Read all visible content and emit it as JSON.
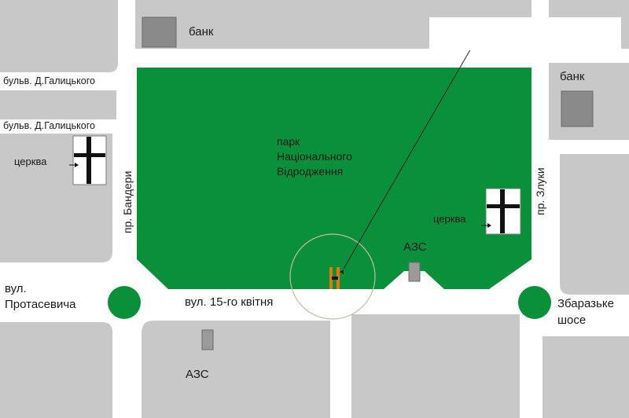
{
  "colors": {
    "block": "#c8c8c8",
    "park": "#0a8f3a",
    "road": "#ffffff",
    "landmark": "#8a8a8a",
    "church_fill": "#ffffff",
    "church_cross": "#111111"
  },
  "labels": {
    "bank_top": "банк",
    "bank_right": "банк",
    "blvd_1": "бульв. Д.Галицького",
    "blvd_2": "бульв. Д.Галицького",
    "church_left": "церква",
    "church_right": "церква",
    "park_1": "парк",
    "park_2": "Національного",
    "park_3": "Відродження",
    "bandery": "пр. Бандери",
    "zluky": "пр. Злуки",
    "azs_top": "АЗС",
    "azs_bottom": "АЗС",
    "protasevycha_1": "вул.",
    "protasevycha_2": "Протасевича",
    "kvitnia": "вул. 15-го квітня",
    "zbarazke_1": "Збаразьке",
    "zbarazke_2": "шосе"
  },
  "icons": {
    "church": "church-cross-icon",
    "bank": "bank-square-icon",
    "gas_station": "gas-station-icon",
    "marker": "location-marker-icon"
  },
  "callout": {
    "text": ""
  }
}
